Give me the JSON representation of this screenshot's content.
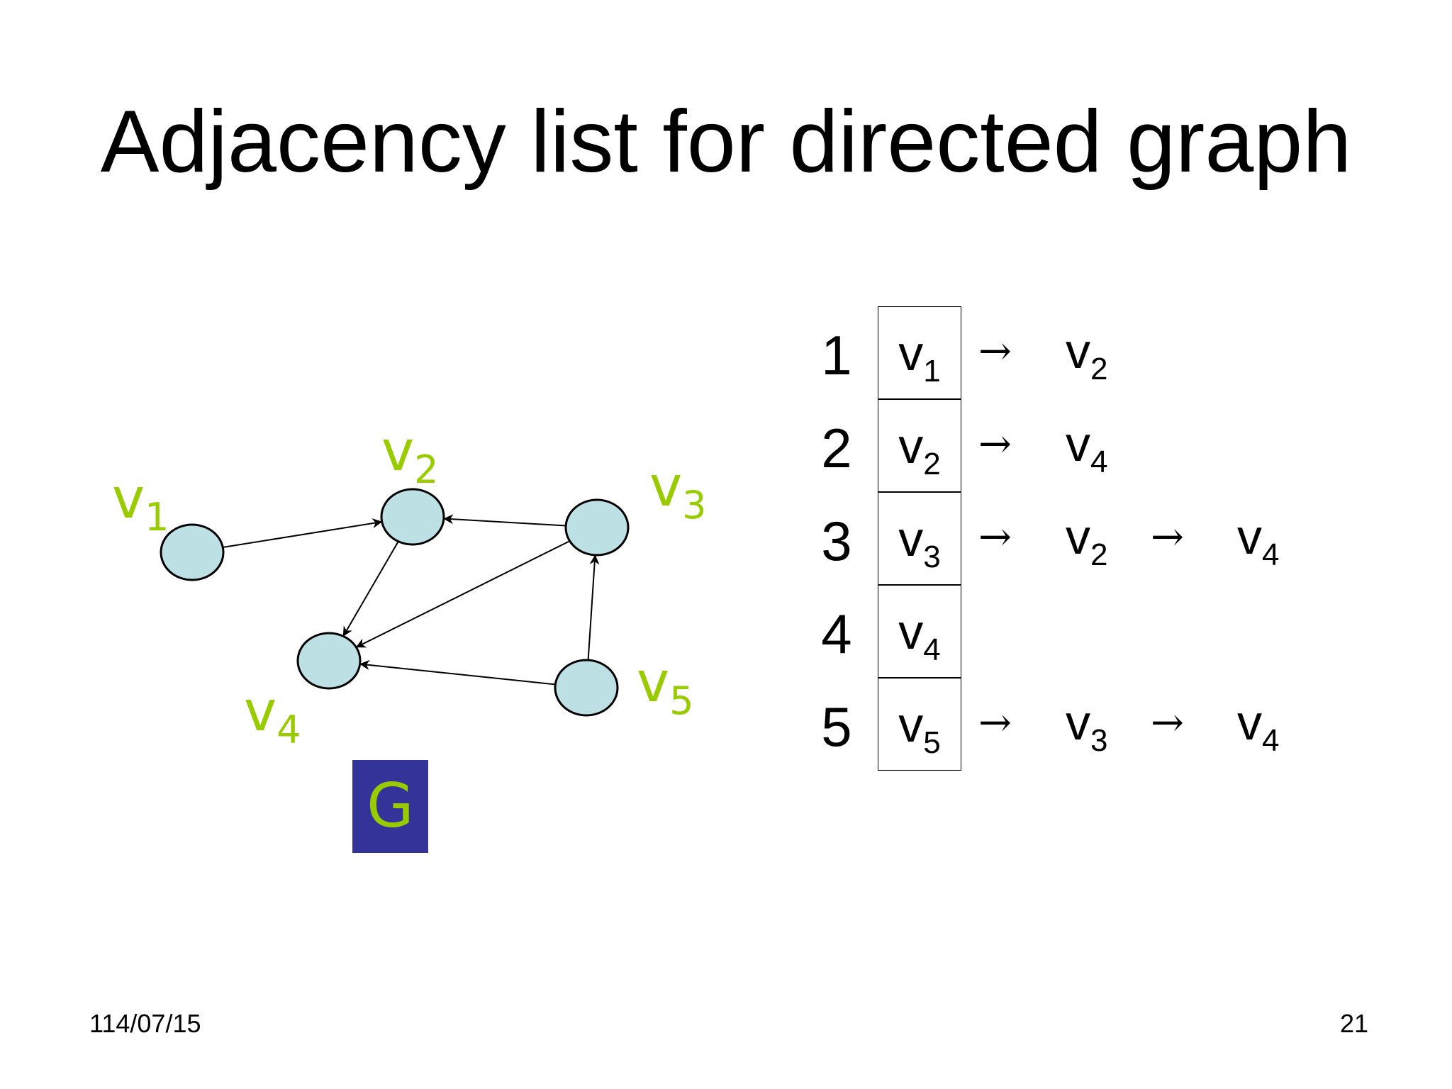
{
  "title": "Adjacency list for directed graph",
  "graph": {
    "name": "G",
    "vertices": [
      {
        "id": "v1",
        "base": "v",
        "sub": "1"
      },
      {
        "id": "v2",
        "base": "v",
        "sub": "2"
      },
      {
        "id": "v3",
        "base": "v",
        "sub": "3"
      },
      {
        "id": "v4",
        "base": "v",
        "sub": "4"
      },
      {
        "id": "v5",
        "base": "v",
        "sub": "5"
      }
    ],
    "edges": [
      {
        "from": "v1",
        "to": "v2"
      },
      {
        "from": "v2",
        "to": "v4"
      },
      {
        "from": "v3",
        "to": "v2"
      },
      {
        "from": "v3",
        "to": "v4"
      },
      {
        "from": "v5",
        "to": "v3"
      },
      {
        "from": "v5",
        "to": "v4"
      }
    ],
    "colors": {
      "node_fill": "#bce0e3",
      "label": "#99cc00",
      "g_box": "#333399"
    }
  },
  "adjacency": {
    "arrow": "→",
    "rows": [
      {
        "index": "1",
        "head": {
          "base": "v",
          "sub": "1"
        },
        "list": [
          {
            "base": "v",
            "sub": "2"
          }
        ]
      },
      {
        "index": "2",
        "head": {
          "base": "v",
          "sub": "2"
        },
        "list": [
          {
            "base": "v",
            "sub": "4"
          }
        ]
      },
      {
        "index": "3",
        "head": {
          "base": "v",
          "sub": "3"
        },
        "list": [
          {
            "base": "v",
            "sub": "2"
          },
          {
            "base": "v",
            "sub": "4"
          }
        ]
      },
      {
        "index": "4",
        "head": {
          "base": "v",
          "sub": "4"
        },
        "list": []
      },
      {
        "index": "5",
        "head": {
          "base": "v",
          "sub": "5"
        },
        "list": [
          {
            "base": "v",
            "sub": "3"
          },
          {
            "base": "v",
            "sub": "4"
          }
        ]
      }
    ]
  },
  "footer": {
    "date": "114/07/15",
    "page": "21"
  }
}
